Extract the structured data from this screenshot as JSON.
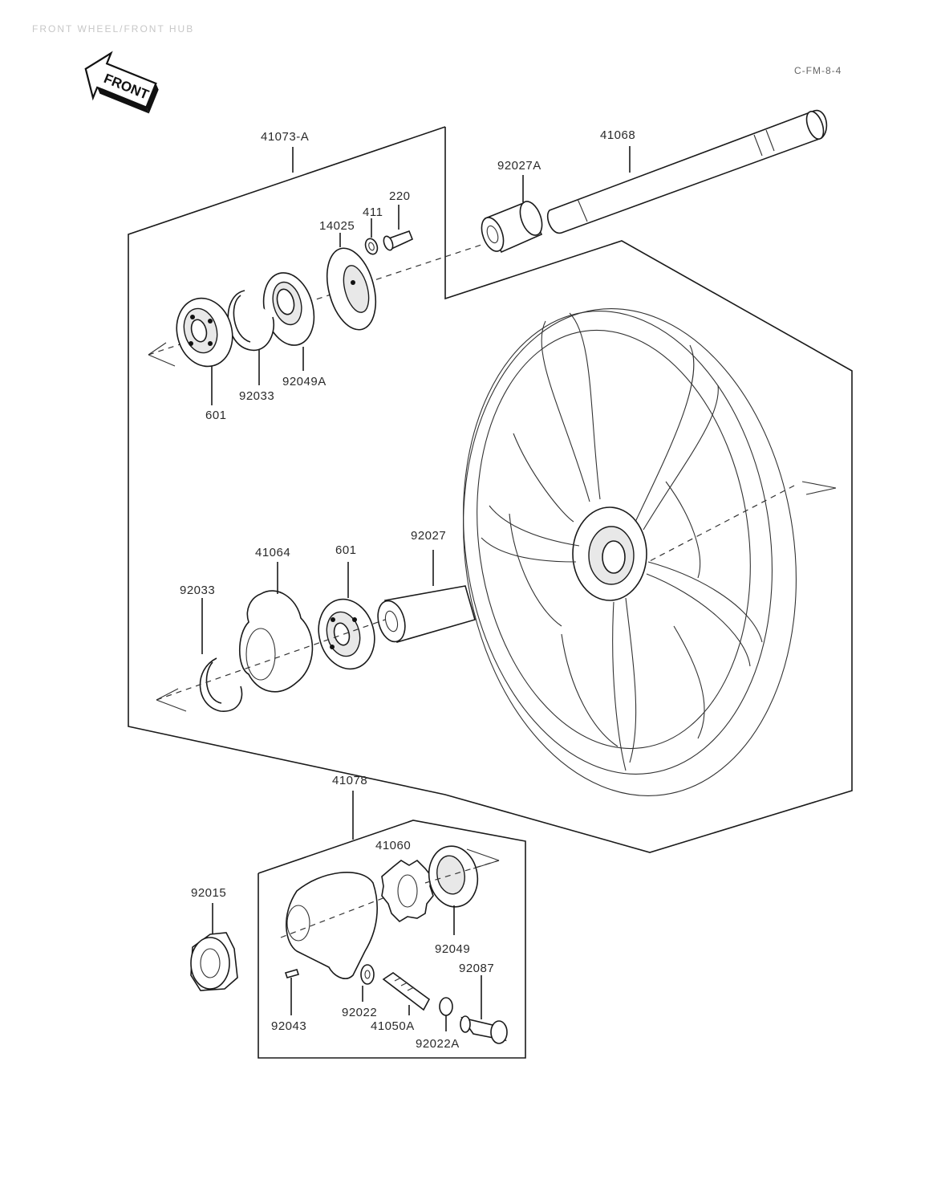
{
  "header": {
    "faded_title": "FRONT WHEEL/FRONT HUB",
    "front_label": "FRONT",
    "diagram_code": "C-FM-8-4"
  },
  "labels": {
    "hub_assembly": "41073-A",
    "axle": "41068",
    "collar_a": "92027A",
    "bolt": "220",
    "washer": "411",
    "disc": "14025",
    "bearing_upper": "601",
    "circlip_upper": "92033",
    "seal_a": "92049A",
    "bearing_lower": "601",
    "collar": "92027",
    "circlip_lower": "92033",
    "hub_lower": "41064",
    "gear_housing": "41078",
    "gear": "41060",
    "oil_seal": "92049",
    "spacer": "92015",
    "screw": "92043",
    "washer_b": "92022",
    "pinion": "41050A",
    "washer_c": "92022A",
    "bushing": "92087"
  }
}
